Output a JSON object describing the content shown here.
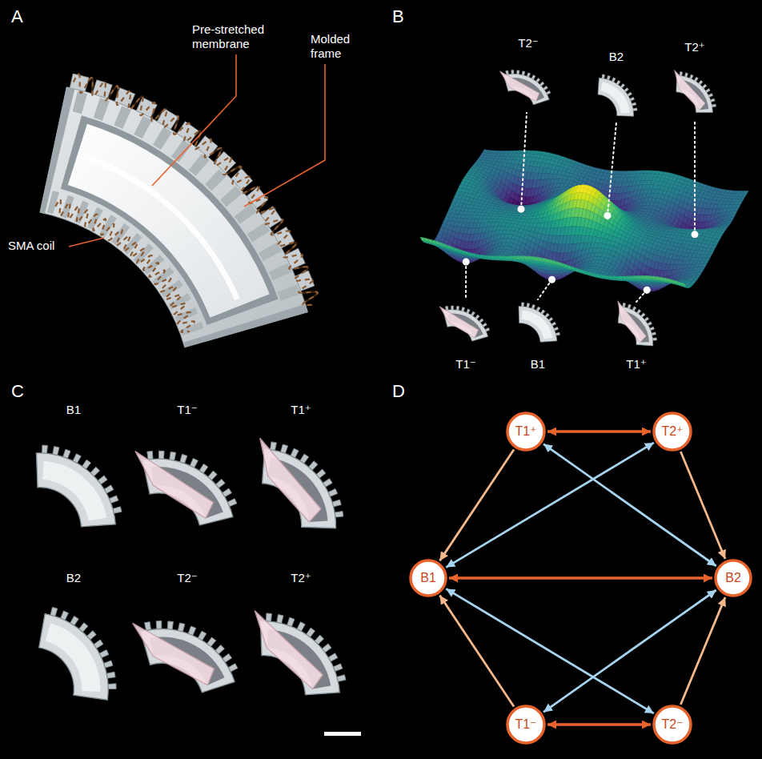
{
  "diagram": {
    "nodes": [
      {
        "text": [
          "T1⁺"
        ]
      },
      {
        "text": [
          "T2⁺"
        ]
      },
      {
        "text": [
          "B1"
        ]
      },
      {
        "text": [
          "B2"
        ]
      },
      {
        "text": [
          "T1⁻"
        ]
      },
      {
        "text": [
          "T2⁻"
        ]
      }
    ],
    "edges": [
      {
        "from": 0,
        "to": 1,
        "arrow": "both"
      },
      {
        "from": 2,
        "to": 3,
        "arrow": "both"
      },
      {
        "from": 4,
        "to": 5,
        "arrow": "both"
      },
      {
        "from": 0,
        "to": 2,
        "arrow": "to"
      },
      {
        "from": 1,
        "to": 3,
        "arrow": "to"
      },
      {
        "from": 4,
        "to": 2,
        "arrow": "to"
      },
      {
        "from": 5,
        "to": 3,
        "arrow": "to"
      },
      {
        "from": 2,
        "to": 1,
        "arrow": "both"
      },
      {
        "from": 0,
        "to": 3,
        "arrow": "both"
      },
      {
        "from": 2,
        "to": 5,
        "arrow": "both"
      },
      {
        "from": 4,
        "to": 3,
        "arrow": "both"
      }
    ],
    "labels": [
      "A",
      "Pre-stretched membrane",
      "Molded frame",
      "SMA coil",
      "B",
      "T2⁻",
      "B2",
      "T2⁺",
      "T1⁻",
      "B1",
      "T1⁺",
      "C",
      "B1",
      "T1⁻",
      "T1⁺",
      "B2",
      "T2⁻",
      "T2⁺",
      "D"
    ]
  }
}
